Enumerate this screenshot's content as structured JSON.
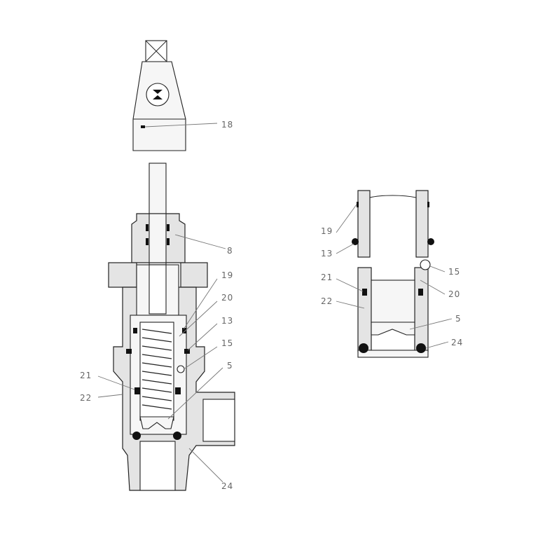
{
  "title": "Valve exploded section drawing",
  "left_view": {
    "labels": {
      "cap": "18",
      "gland": "8",
      "oring_upper": "19",
      "sleeve": "20",
      "oring_mid": "13",
      "ball": "15",
      "piston": "5",
      "oring_21": "21",
      "ring_22": "22",
      "seat_seal": "24"
    }
  },
  "right_view": {
    "labels": {
      "oring_upper": "19",
      "oring_mid": "13",
      "oring_21": "21",
      "ring_22": "22",
      "ball": "15",
      "sleeve": "20",
      "piston": "5",
      "seat_seal": "24"
    }
  }
}
